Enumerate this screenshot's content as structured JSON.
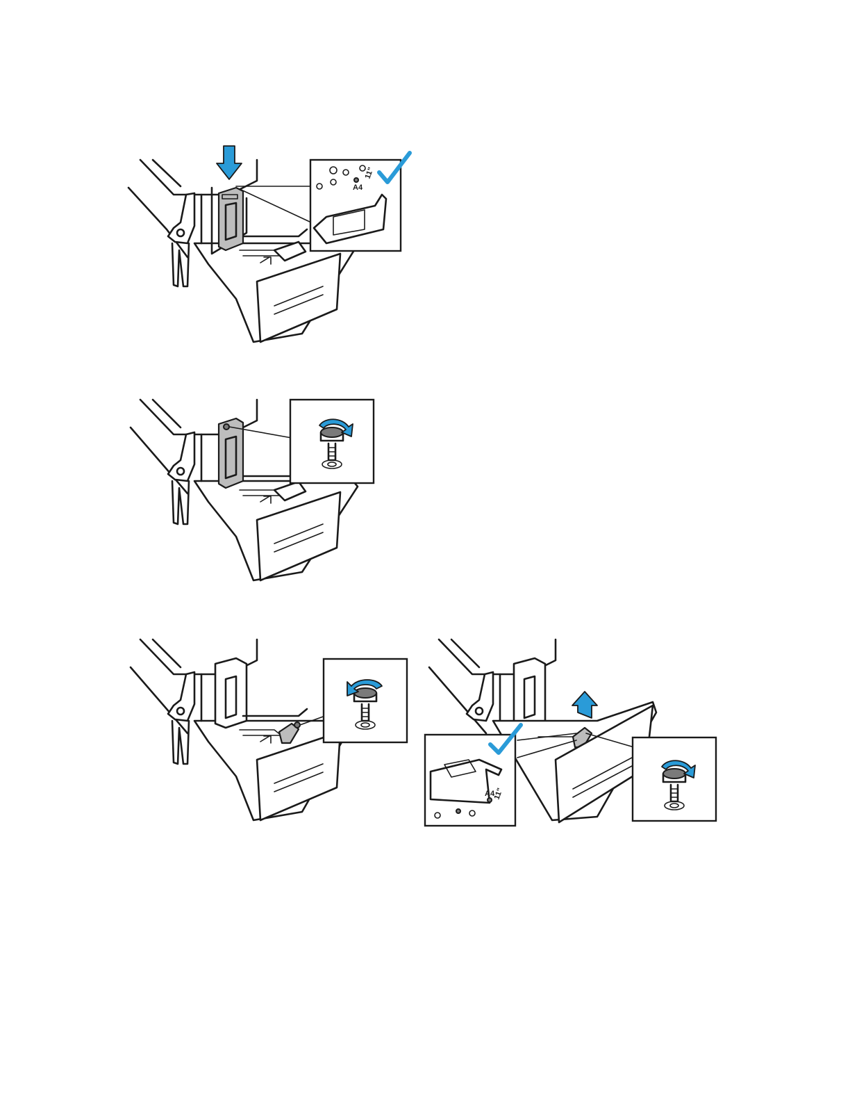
{
  "figures": [
    {
      "id": "step-1",
      "labels": {
        "size_a4": "A4",
        "size_11in": "11\""
      }
    },
    {
      "id": "step-2"
    },
    {
      "id": "step-3"
    },
    {
      "id": "step-4",
      "labels": {
        "size_a4": "A4",
        "size_11in": "11\""
      }
    }
  ],
  "colors": {
    "accent": "#2a9bd8",
    "line": "#1a1a1a",
    "guide_fill": "#bdbdbd"
  },
  "icons": [
    "down-arrow-icon",
    "checkmark-icon",
    "thumbscrew-tighten-icon",
    "thumbscrew-loosen-icon",
    "up-arrow-icon"
  ]
}
